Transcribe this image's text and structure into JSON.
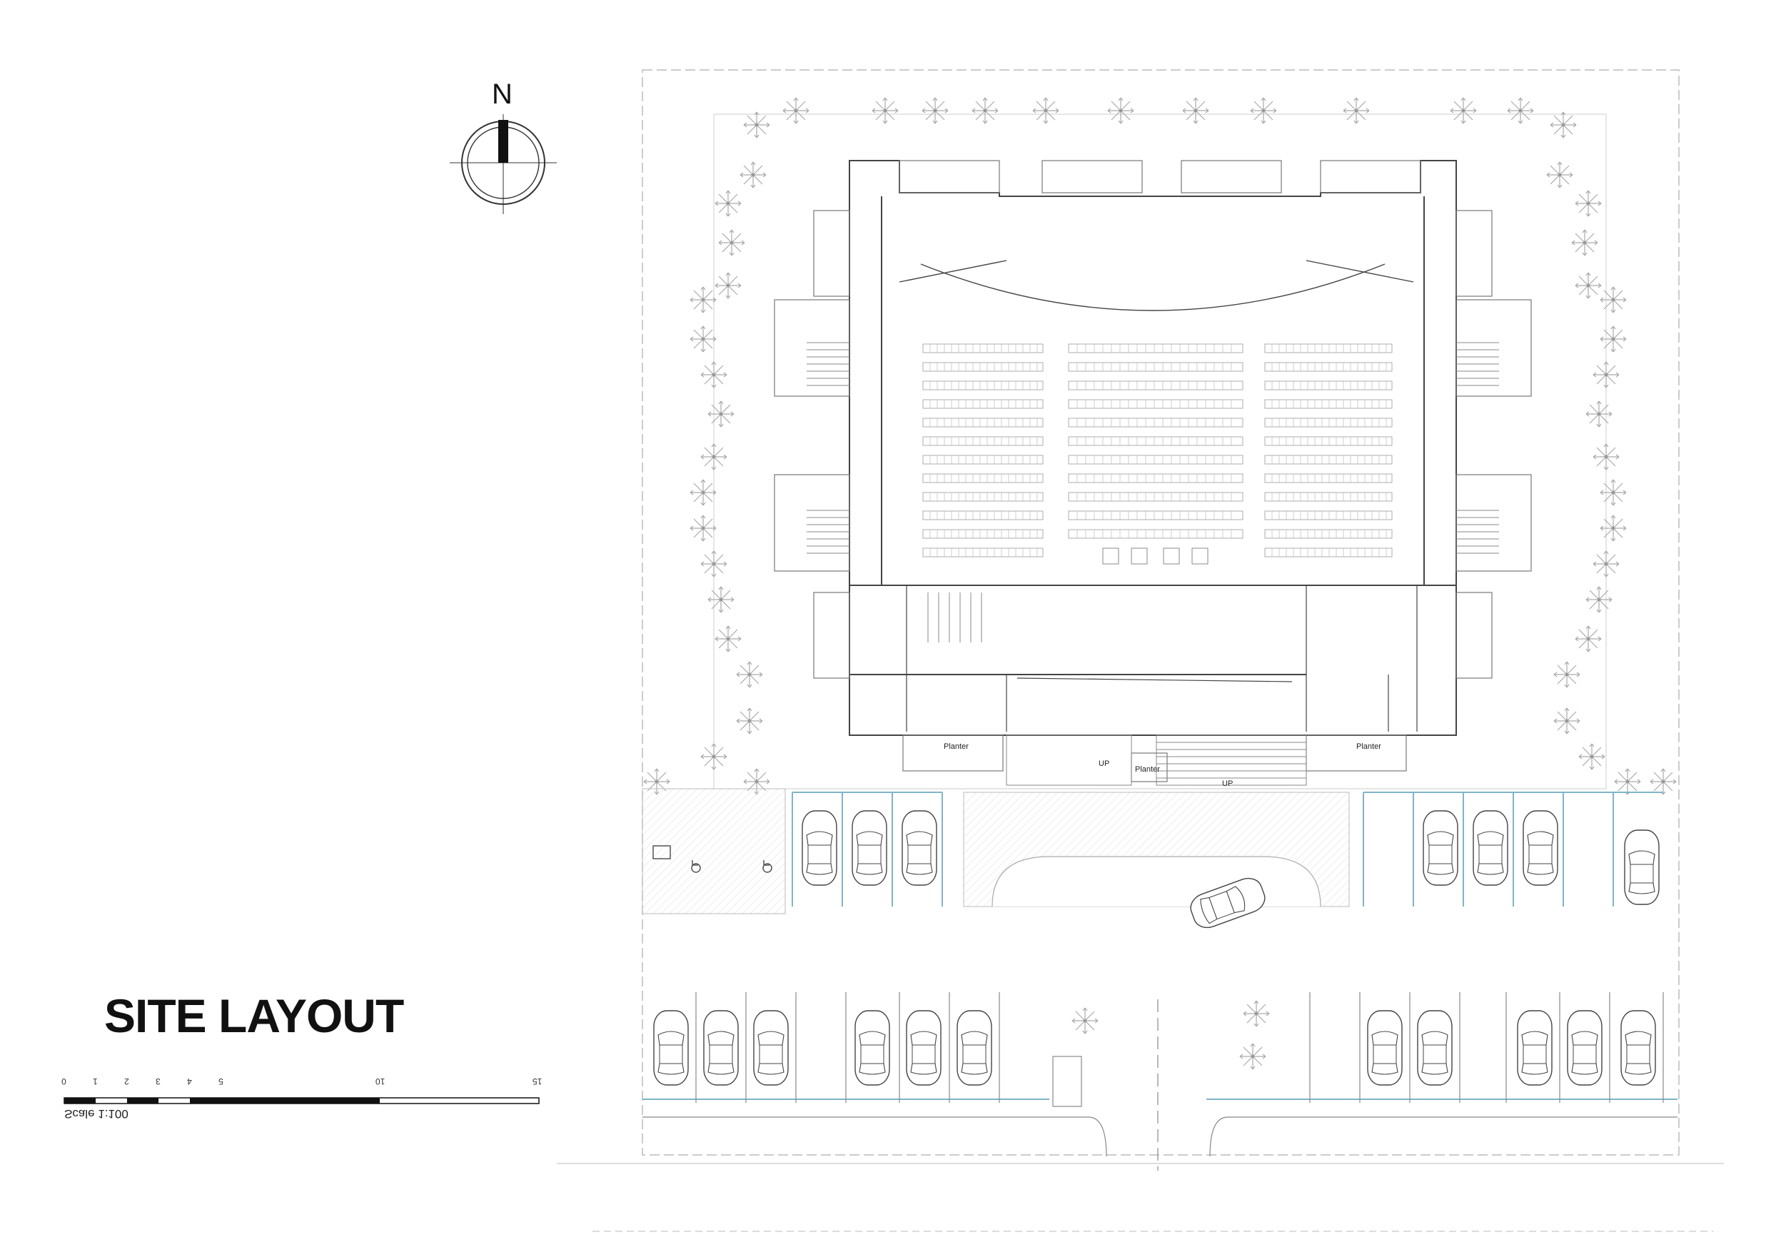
{
  "drawing": {
    "title": "SITE LAYOUT",
    "north_label": "N",
    "scale_caption": "Scale 1:100",
    "scale_ticks": [
      "0",
      "1",
      "2",
      "3",
      "4",
      "5",
      "10",
      "15"
    ]
  },
  "plan_labels": {
    "planter_left": "Planter",
    "planter_right": "Planter",
    "planter_center": "Planter",
    "up_stair_left": "UP",
    "up_stair_right": "UP"
  },
  "colors": {
    "ink": "#111111",
    "line": "#555555",
    "faint": "#bbbbbb",
    "parking_line": "#7fb4c8"
  },
  "icons": [
    "north-arrow-icon",
    "palm-tree-icon",
    "car-icon",
    "wheelchair-icon"
  ]
}
